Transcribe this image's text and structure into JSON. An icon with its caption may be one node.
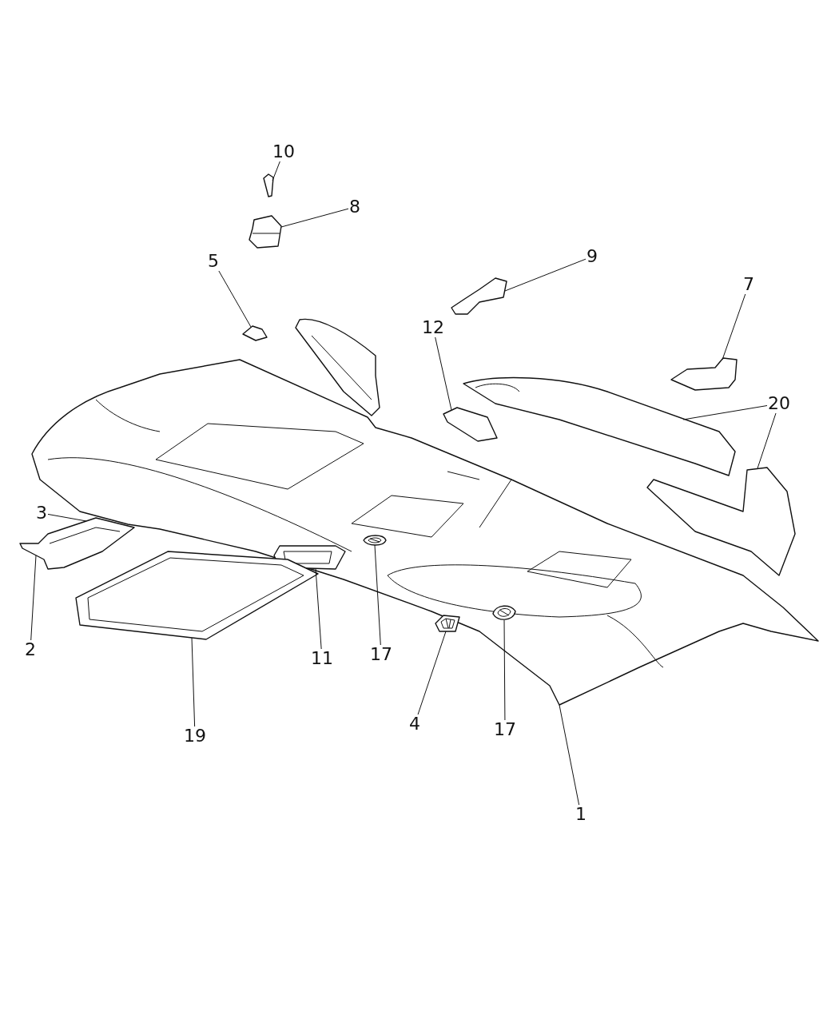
{
  "diagram": {
    "nodes": [
      {
        "text": [
          "10"
        ]
      },
      {
        "text": [
          "8"
        ]
      },
      {
        "text": [
          "5"
        ]
      },
      {
        "text": [
          "9"
        ]
      },
      {
        "text": [
          "7"
        ]
      },
      {
        "text": [
          "12"
        ]
      },
      {
        "text": [
          "20"
        ]
      },
      {
        "text": [
          "3"
        ]
      },
      {
        "text": [
          "2"
        ]
      },
      {
        "text": [
          "11"
        ]
      },
      {
        "text": [
          "17"
        ]
      },
      {
        "text": [
          "19"
        ]
      },
      {
        "text": [
          "4"
        ]
      },
      {
        "text": [
          "17"
        ]
      },
      {
        "text": [
          "1"
        ]
      },
      {
        "text": [],
        "shape": "picture"
      },
      {
        "text": [],
        "shape": "picture"
      },
      {
        "text": [],
        "shape": "picture"
      },
      {
        "text": [],
        "shape": "picture"
      },
      {
        "text": [],
        "shape": "picture"
      },
      {
        "text": [],
        "shape": "picture"
      },
      {
        "text": [],
        "shape": "picture"
      },
      {
        "text": [],
        "shape": "picture"
      },
      {
        "text": [],
        "shape": "picture"
      },
      {
        "text": [],
        "shape": "picture",
        "in": 29
      },
      {
        "text": [],
        "shape": "picture",
        "in": 29
      },
      {
        "text": [],
        "shape": "picture"
      },
      {
        "text": [],
        "shape": "picture"
      },
      {
        "text": [],
        "shape": "picture",
        "in": 29
      },
      {
        "text": [],
        "shape": "picture"
      }
    ],
    "edges": [
      {
        "from": 0,
        "to": 15,
        "arrow": "none"
      },
      {
        "from": 1,
        "to": 16,
        "arrow": "none"
      },
      {
        "from": 2,
        "to": 17,
        "arrow": "none"
      },
      {
        "from": 3,
        "to": 18,
        "arrow": "none"
      },
      {
        "from": 4,
        "to": 19,
        "arrow": "none"
      },
      {
        "from": 5,
        "to": 20,
        "arrow": "none"
      },
      {
        "from": 6,
        "to": 21,
        "arrow": "none"
      },
      {
        "from": 6,
        "to": 22,
        "arrow": "none"
      },
      {
        "from": 7,
        "to": 23,
        "arrow": "none"
      },
      {
        "from": 8,
        "to": 23,
        "arrow": "none"
      },
      {
        "from": 9,
        "to": 24,
        "arrow": "none"
      },
      {
        "from": 10,
        "to": 25,
        "arrow": "none"
      },
      {
        "from": 11,
        "to": 26,
        "arrow": "none"
      },
      {
        "from": 12,
        "to": 27,
        "arrow": "none"
      },
      {
        "from": 13,
        "to": 28,
        "arrow": "none"
      },
      {
        "from": 14,
        "to": 29,
        "arrow": "none"
      }
    ]
  }
}
